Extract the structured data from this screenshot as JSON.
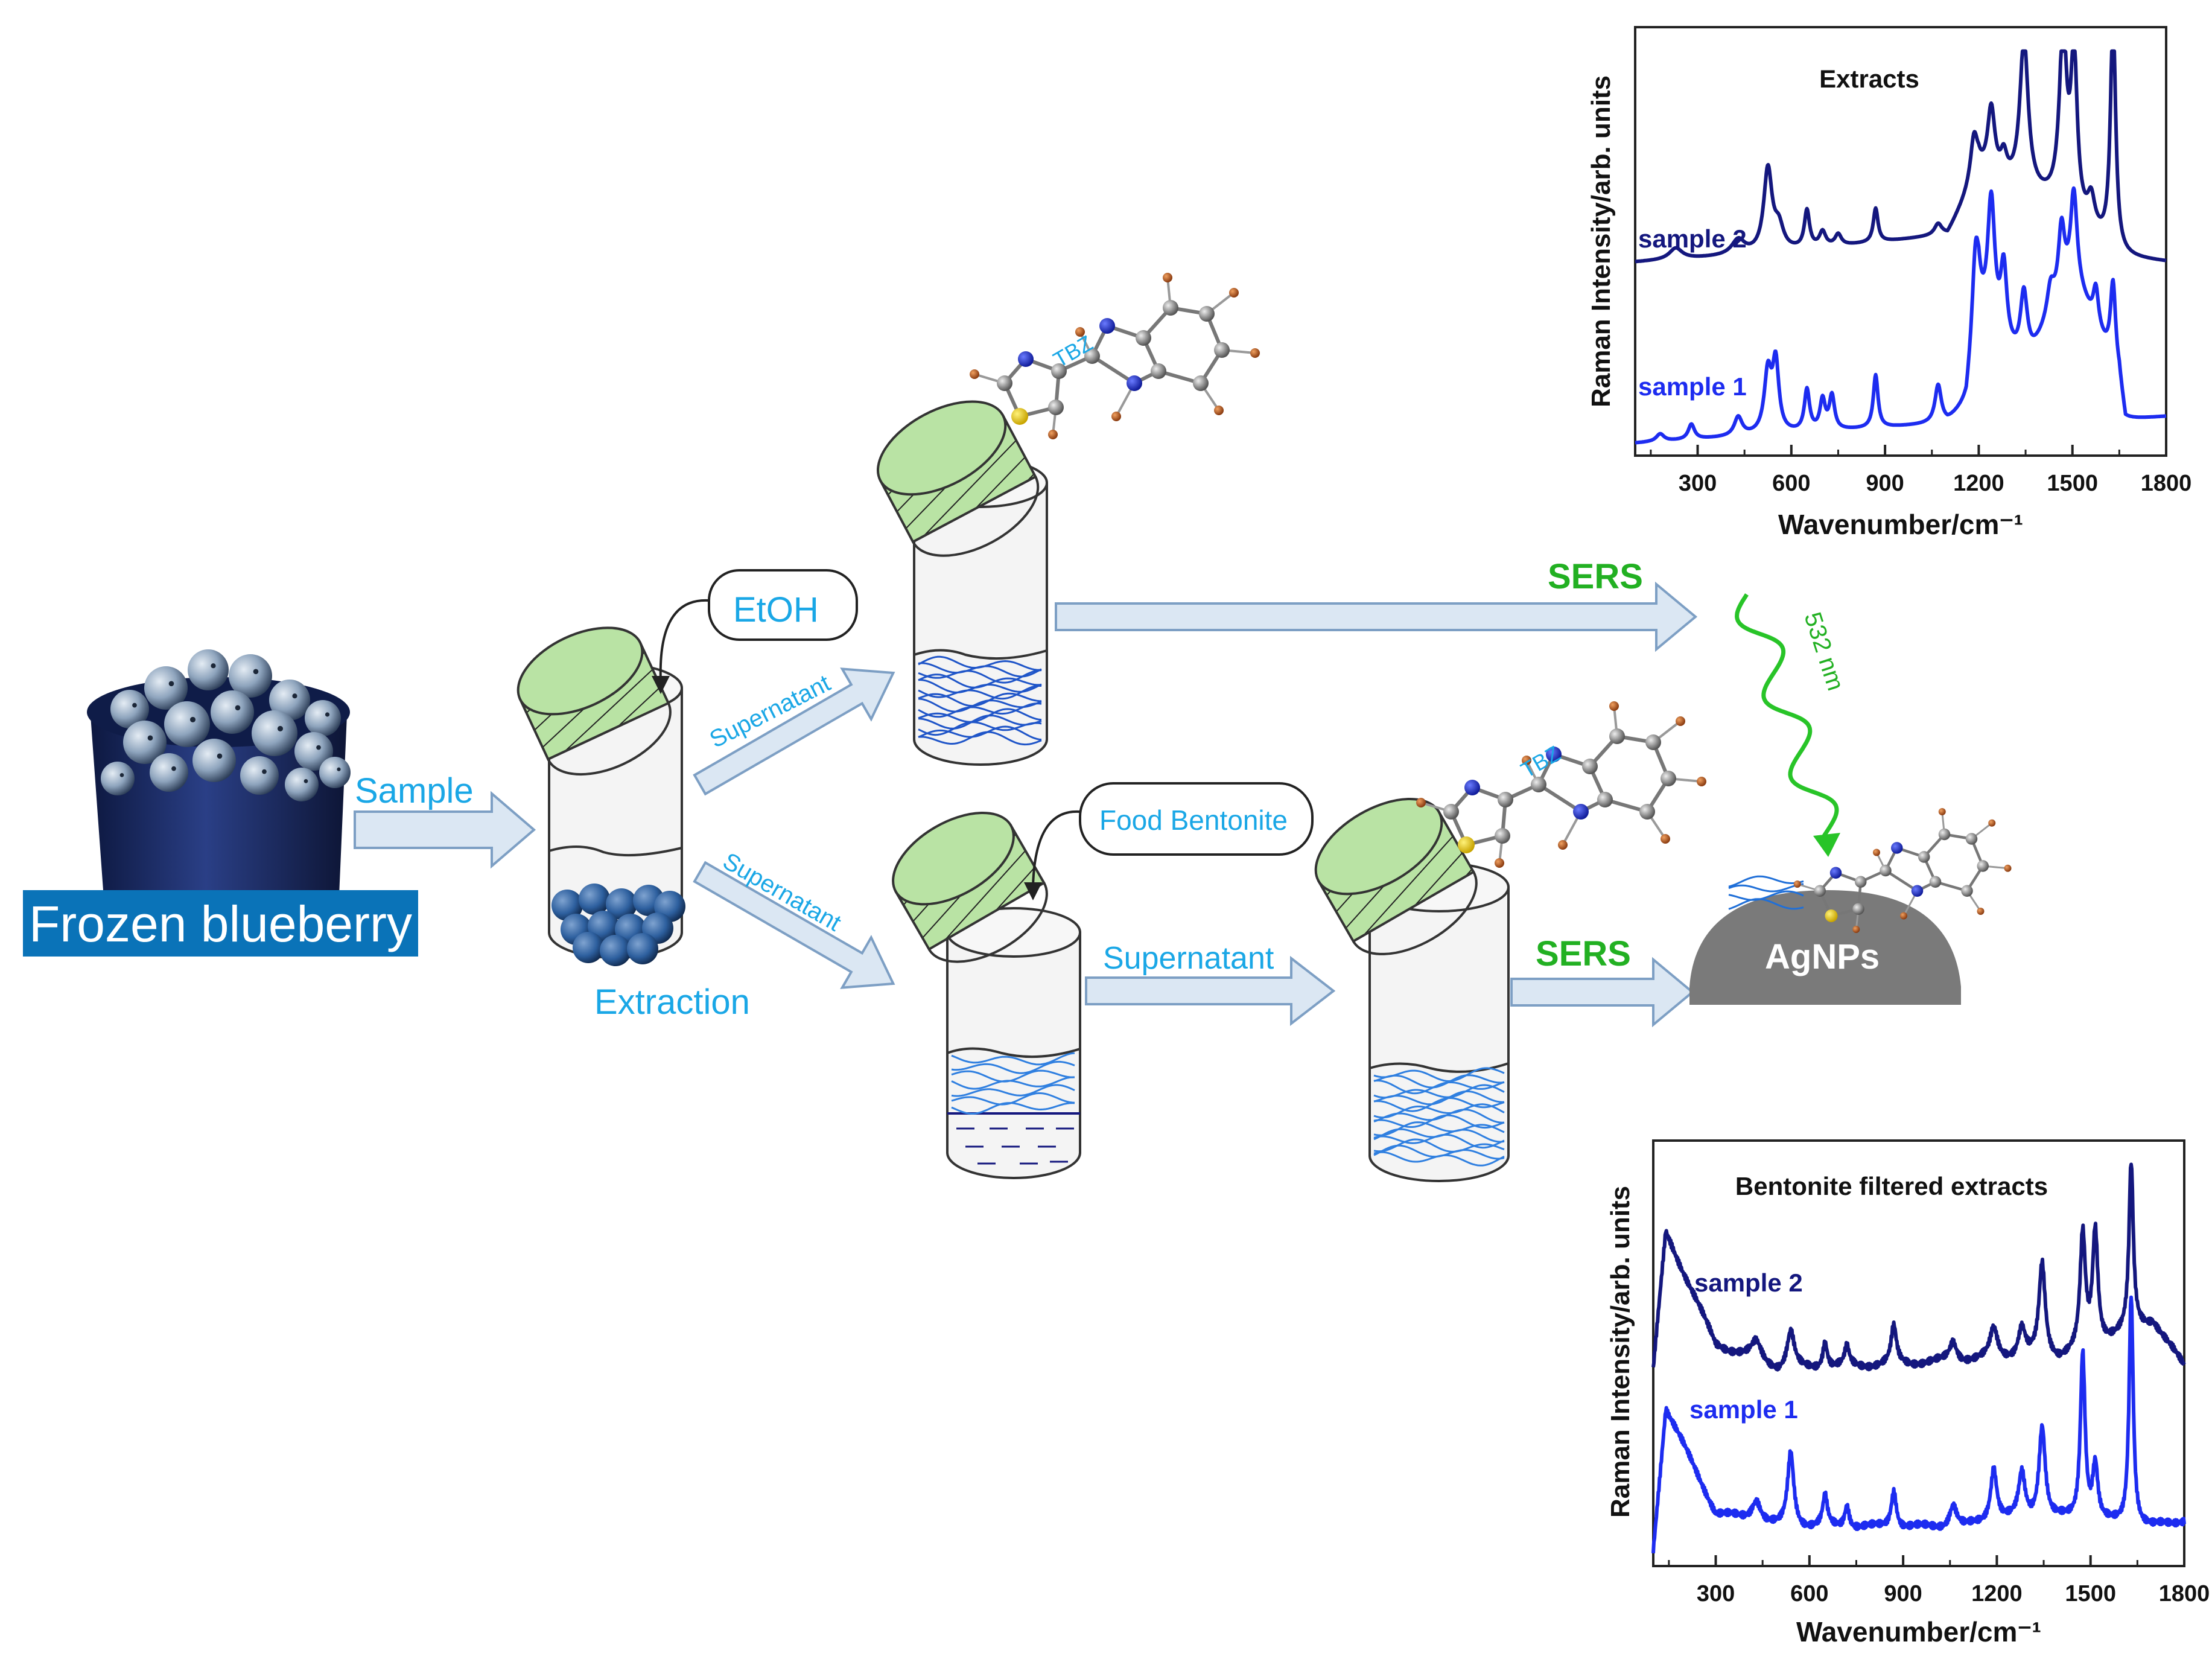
{
  "labels": {
    "frozen_blueberry": "Frozen blueberry",
    "sample": "Sample",
    "extraction": "Extraction",
    "etoh": "EtOH",
    "supernatant_upper": "Supernatant",
    "supernatant_lower": "Supernatant",
    "supernatant_mid": "Supernatant",
    "food_bentonite": "Food Bentonite",
    "tbz_top": "TBZ",
    "tbz_bottom": "TBZ",
    "sers_top": "SERS",
    "sers_bottom": "SERS",
    "laser": "532 nm",
    "agnps": "AgNPs"
  },
  "colors": {
    "arrow_fill": "#dbe7f3",
    "arrow_stroke": "#7d9fc4",
    "cap_fill": "#b9e3a4",
    "cyan_text": "#1aa7e6",
    "sers_green": "#22b022",
    "laser_green": "#28c428",
    "dark_series": "#14177e",
    "blue_series": "#1d2cf0",
    "agnps_fill": "#7a7a7a",
    "highlight_bg": "#0a73b8",
    "wave_blue": "#2f7fe0"
  },
  "chart_data": [
    {
      "type": "line",
      "title": "Extracts",
      "xlabel": "Wavenumber/cm⁻¹",
      "ylabel": "Raman Intensity/arb. units",
      "xlim": [
        100,
        1800
      ],
      "xticks": [
        300,
        600,
        900,
        1200,
        1500,
        1800
      ],
      "series": [
        {
          "name": "sample 2",
          "color": "#14177e",
          "offset": 0.42,
          "baseline": [
            [
              100,
              0.07
            ],
            [
              500,
              0.09
            ],
            [
              1100,
              0.14
            ],
            [
              1200,
              0.3
            ],
            [
              1450,
              0.22
            ],
            [
              1650,
              0.08
            ],
            [
              1800,
              0.07
            ]
          ],
          "peaks": [
            [
              230,
              0.03,
              25
            ],
            [
              430,
              0.04,
              25
            ],
            [
              525,
              0.22,
              16
            ],
            [
              560,
              0.06,
              18
            ],
            [
              650,
              0.1,
              10
            ],
            [
              700,
              0.04,
              12
            ],
            [
              750,
              0.03,
              12
            ],
            [
              870,
              0.09,
              9
            ],
            [
              1070,
              0.03,
              14
            ],
            [
              1185,
              0.12,
              14
            ],
            [
              1240,
              0.18,
              14
            ],
            [
              1280,
              0.06,
              12
            ],
            [
              1345,
              0.4,
              16
            ],
            [
              1470,
              0.46,
              14
            ],
            [
              1505,
              0.42,
              12
            ],
            [
              1560,
              0.08,
              14
            ],
            [
              1630,
              0.63,
              10
            ]
          ]
        },
        {
          "name": "sample 1",
          "color": "#1d2cf0",
          "offset": 0.0,
          "baseline": [
            [
              100,
              0.01
            ],
            [
              1100,
              0.06
            ],
            [
              1160,
              0.1
            ],
            [
              1200,
              0.32
            ],
            [
              1350,
              0.2
            ],
            [
              1500,
              0.45
            ],
            [
              1650,
              0.18
            ],
            [
              1670,
              0.07
            ],
            [
              1800,
              0.08
            ]
          ],
          "peaks": [
            [
              180,
              0.02,
              15
            ],
            [
              280,
              0.04,
              12
            ],
            [
              430,
              0.05,
              15
            ],
            [
              525,
              0.16,
              14
            ],
            [
              550,
              0.18,
              12
            ],
            [
              650,
              0.11,
              10
            ],
            [
              700,
              0.08,
              10
            ],
            [
              730,
              0.09,
              10
            ],
            [
              870,
              0.14,
              9
            ],
            [
              1070,
              0.1,
              12
            ],
            [
              1190,
              0.25,
              14
            ],
            [
              1240,
              0.35,
              14
            ],
            [
              1280,
              0.2,
              12
            ],
            [
              1345,
              0.2,
              14
            ],
            [
              1430,
              0.08,
              14
            ],
            [
              1465,
              0.18,
              12
            ],
            [
              1505,
              0.22,
              12
            ],
            [
              1575,
              0.1,
              10
            ],
            [
              1630,
              0.22,
              10
            ]
          ]
        }
      ]
    },
    {
      "type": "line",
      "title": "Bentonite filtered extracts",
      "xlabel": "Wavenumber/cm⁻¹",
      "ylabel": "Raman Intensity/arb. units",
      "xlim": [
        100,
        1800
      ],
      "xticks": [
        300,
        600,
        900,
        1200,
        1500,
        1800
      ],
      "series": [
        {
          "name": "sample 2",
          "color": "#14177e",
          "offset": 0.45,
          "baseline": [
            [
              100,
              0.05
            ],
            [
              140,
              0.42
            ],
            [
              300,
              0.12
            ],
            [
              500,
              0.05
            ],
            [
              1200,
              0.08
            ],
            [
              1400,
              0.08
            ],
            [
              1700,
              0.18
            ],
            [
              1800,
              0.06
            ]
          ],
          "peaks": [
            [
              430,
              0.05,
              20
            ],
            [
              540,
              0.1,
              14
            ],
            [
              650,
              0.07,
              9
            ],
            [
              720,
              0.05,
              9
            ],
            [
              870,
              0.1,
              10
            ],
            [
              1060,
              0.05,
              14
            ],
            [
              1190,
              0.08,
              14
            ],
            [
              1280,
              0.08,
              14
            ],
            [
              1345,
              0.25,
              12
            ],
            [
              1475,
              0.3,
              10
            ],
            [
              1515,
              0.3,
              10
            ],
            [
              1630,
              0.45,
              8
            ]
          ]
        },
        {
          "name": "sample 1",
          "color": "#1d2cf0",
          "offset": 0.0,
          "baseline": [
            [
              100,
              0.02
            ],
            [
              140,
              0.4
            ],
            [
              300,
              0.12
            ],
            [
              500,
              0.08
            ],
            [
              1100,
              0.08
            ],
            [
              1200,
              0.1
            ],
            [
              1400,
              0.1
            ],
            [
              1700,
              0.08
            ],
            [
              1800,
              0.1
            ]
          ],
          "peaks": [
            [
              430,
              0.06,
              18
            ],
            [
              540,
              0.2,
              12
            ],
            [
              650,
              0.08,
              9
            ],
            [
              720,
              0.06,
              9
            ],
            [
              870,
              0.1,
              10
            ],
            [
              1060,
              0.06,
              14
            ],
            [
              1190,
              0.14,
              12
            ],
            [
              1280,
              0.12,
              12
            ],
            [
              1345,
              0.25,
              12
            ],
            [
              1475,
              0.45,
              9
            ],
            [
              1515,
              0.15,
              10
            ],
            [
              1630,
              0.62,
              8
            ]
          ]
        }
      ]
    }
  ]
}
